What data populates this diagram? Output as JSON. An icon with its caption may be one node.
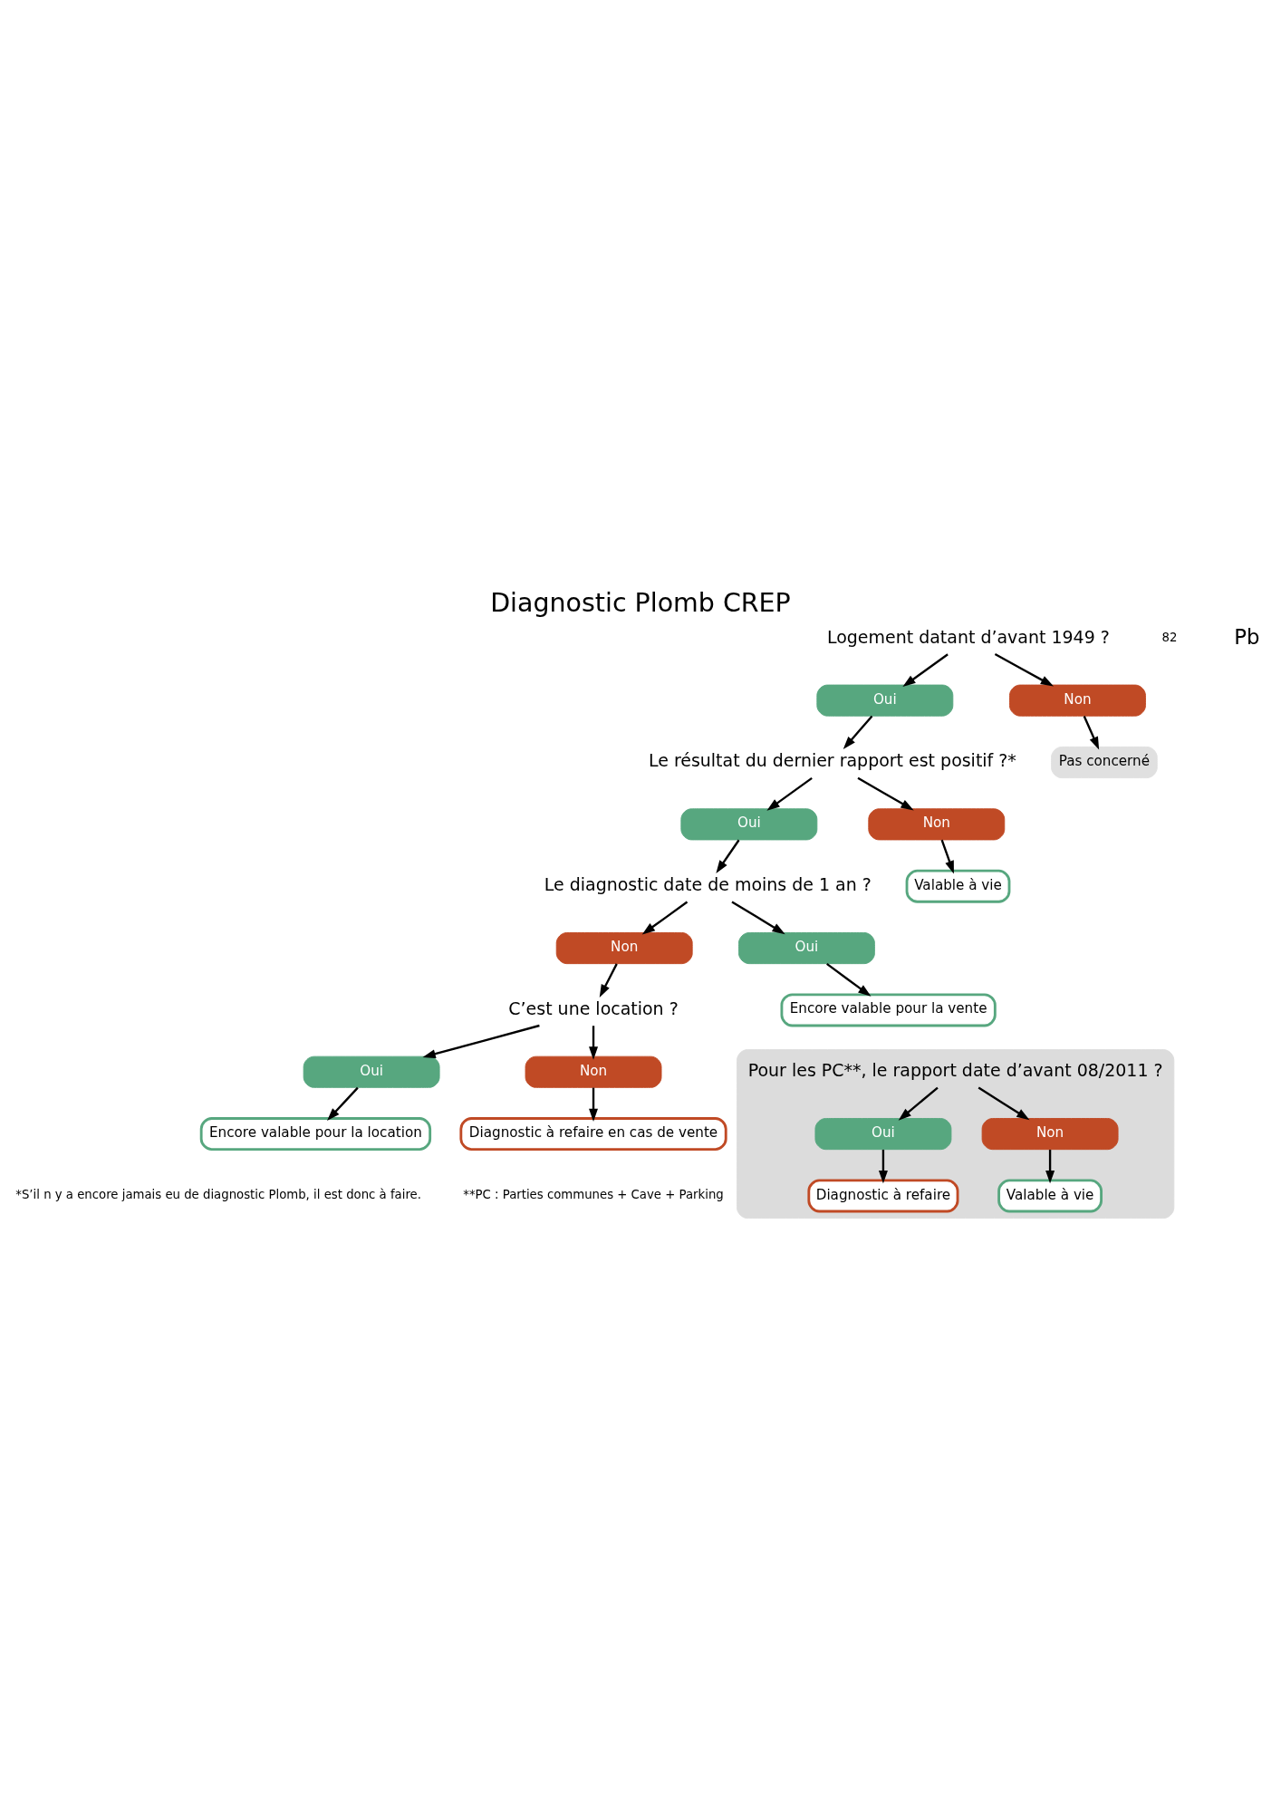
{
  "diagram": {
    "title": "Diagnostic Plomb CREP",
    "nodes": [
      {
        "text": [
          "Logement datant d’avant 1949 ?"
        ]
      },
      {
        "text": [
          "Oui"
        ]
      },
      {
        "text": [
          "Non"
        ]
      },
      {
        "text": [
          "Pas concerné"
        ]
      },
      {
        "text": [
          "Le résultat du dernier rapport est positif ?*"
        ]
      },
      {
        "text": [
          "Oui"
        ]
      },
      {
        "text": [
          "Non"
        ]
      },
      {
        "text": [
          "Le diagnostic date de moins de 1 an ?"
        ]
      },
      {
        "text": [
          "Valable à vie"
        ]
      },
      {
        "text": [
          "Non"
        ]
      },
      {
        "text": [
          "Oui"
        ]
      },
      {
        "text": [
          "Encore valable pour la vente"
        ]
      },
      {
        "text": [
          "C’est une location ?"
        ]
      },
      {
        "text": [
          "Oui"
        ]
      },
      {
        "text": [
          "Non"
        ]
      },
      {
        "text": [
          "Encore valable pour la location"
        ]
      },
      {
        "text": [
          "Diagnostic à refaire en cas de vente"
        ]
      },
      {
        "text": [],
        "shape": "box"
      },
      {
        "text": [
          "Pour les PC**, le rapport date d’avant 08/2011 ?"
        ],
        "in": 17
      },
      {
        "text": [
          "Oui"
        ],
        "in": 17
      },
      {
        "text": [
          "Non"
        ],
        "in": 17
      },
      {
        "text": [
          "Diagnostic à refaire"
        ],
        "in": 17
      },
      {
        "text": [
          "Valable à vie"
        ],
        "in": 17
      }
    ],
    "edges": [
      {
        "from": 0,
        "to": 1,
        "arrow": "to"
      },
      {
        "from": 0,
        "to": 2,
        "arrow": "to"
      },
      {
        "from": 2,
        "to": 3,
        "arrow": "to"
      },
      {
        "from": 1,
        "to": 4,
        "arrow": "to"
      },
      {
        "from": 4,
        "to": 5,
        "arrow": "to"
      },
      {
        "from": 4,
        "to": 6,
        "arrow": "to"
      },
      {
        "from": 5,
        "to": 7,
        "arrow": "to"
      },
      {
        "from": 6,
        "to": 8,
        "arrow": "to"
      },
      {
        "from": 7,
        "to": 9,
        "arrow": "to"
      },
      {
        "from": 7,
        "to": 10,
        "arrow": "to"
      },
      {
        "from": 10,
        "to": 11,
        "arrow": "to"
      },
      {
        "from": 9,
        "to": 12,
        "arrow": "to"
      },
      {
        "from": 12,
        "to": 13,
        "arrow": "to"
      },
      {
        "from": 12,
        "to": 14,
        "arrow": "to"
      },
      {
        "from": 13,
        "to": 15,
        "arrow": "to"
      },
      {
        "from": 14,
        "to": 16,
        "arrow": "to"
      },
      {
        "from": 18,
        "to": 19,
        "arrow": "to"
      },
      {
        "from": 18,
        "to": 20,
        "arrow": "to"
      },
      {
        "from": 19,
        "to": 21,
        "arrow": "to"
      },
      {
        "from": 20,
        "to": 22,
        "arrow": "to"
      }
    ],
    "labels": [
      "82",
      "Pb",
      "*S’il n y a encore jamais eu de diagnostic Plomb, il est donc à faire.",
      "**PC : Parties communes + Cave + Parking"
    ]
  }
}
